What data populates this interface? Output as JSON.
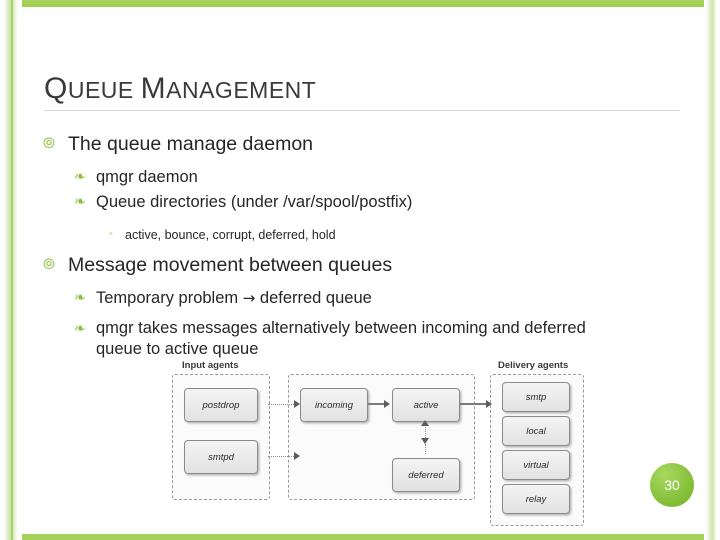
{
  "slide": {
    "title_parts": {
      "q": "Q",
      "ueue": "UEUE",
      "sp": " ",
      "m": "M",
      "anagement": "ANAGEMENT"
    },
    "title_text": "QUEUE MANAGEMENT",
    "page_number": "30"
  },
  "bullets": {
    "b1": "The queue manage daemon",
    "b1_sub1": "qmgr daemon",
    "b1_sub2": "Queue directories (under /var/spool/postfix)",
    "b1_sub2_sub1": "active, bounce, corrupt, deferred, hold",
    "b2": "Message movement between queues",
    "b2_sub1_pre": "Temporary problem ",
    "b2_sub1_arrow": "→",
    "b2_sub1_post": " deferred queue",
    "b2_sub2": "qmgr takes messages alternatively between incoming and deferred queue to active queue"
  },
  "diagram": {
    "group_input_label": "Input agents",
    "group_delivery_label": "Delivery agents",
    "boxes": {
      "postdrop": "postdrop",
      "smtpd": "smtpd",
      "incoming": "incoming",
      "active": "active",
      "deferred": "deferred",
      "smtp": "smtp",
      "local": "local",
      "virtual": "virtual",
      "relay": "relay"
    }
  },
  "colors": {
    "accent_green": "#8cc63e",
    "title_gray": "#3a3a3a",
    "body_text": "#262626"
  }
}
